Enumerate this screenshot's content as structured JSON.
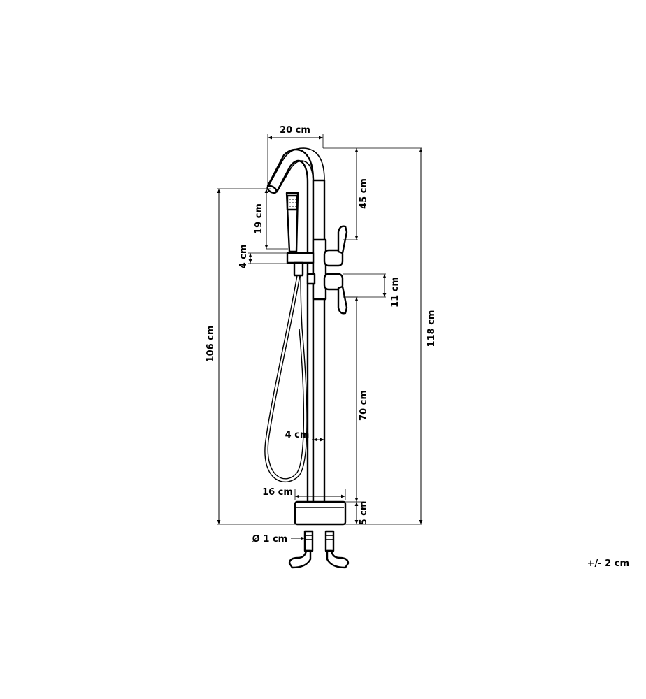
{
  "dimensions": {
    "spout_reach": "20 cm",
    "spout_height": "45 cm",
    "handshower_length": "19 cm",
    "handle_gap": "4 cm",
    "lever_spacing": "11 cm",
    "overall_height": "118 cm",
    "outlet_height": "106 cm",
    "column_height": "70 cm",
    "column_diameter": "4 cm",
    "base_diameter": "16 cm",
    "base_height": "5 cm",
    "inlet_diameter": "Ø 1 cm"
  },
  "tolerance": "+/- 2 cm"
}
